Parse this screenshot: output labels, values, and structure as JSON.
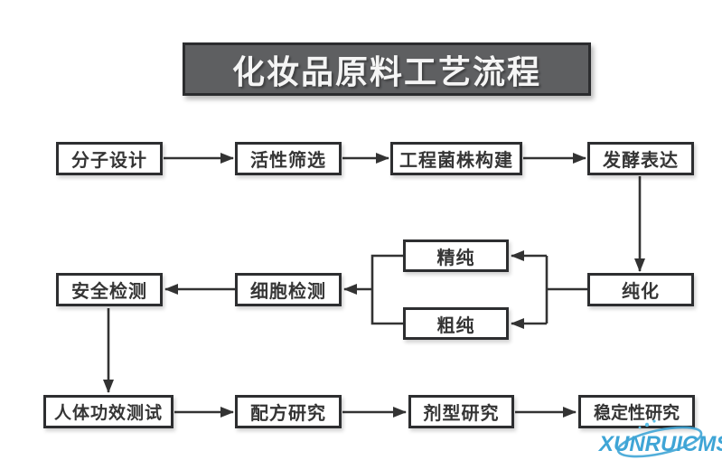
{
  "diagram": {
    "type": "flowchart",
    "title": "化妆品原料工艺流程",
    "nodes": {
      "molecular_design": "分子设计",
      "activity_screening": "活性筛选",
      "strain_construction": "工程菌株构建",
      "fermentation_expression": "发酵表达",
      "purification": "纯化",
      "fine_purification": "精纯",
      "crude_purification": "粗纯",
      "cell_testing": "细胞检测",
      "safety_testing": "安全检测",
      "human_efficacy_testing": "人体功效测试",
      "formula_research": "配方研究",
      "dosage_form_research": "剂型研究",
      "stability_research": "稳定性研究"
    },
    "edges": [
      {
        "from": "molecular_design",
        "to": "activity_screening"
      },
      {
        "from": "activity_screening",
        "to": "strain_construction"
      },
      {
        "from": "strain_construction",
        "to": "fermentation_expression"
      },
      {
        "from": "fermentation_expression",
        "to": "purification"
      },
      {
        "from": "purification",
        "to": "fine_purification"
      },
      {
        "from": "purification",
        "to": "crude_purification"
      },
      {
        "from": "fine_purification",
        "to": "cell_testing"
      },
      {
        "from": "crude_purification",
        "to": "cell_testing"
      },
      {
        "from": "cell_testing",
        "to": "safety_testing"
      },
      {
        "from": "safety_testing",
        "to": "human_efficacy_testing"
      },
      {
        "from": "human_efficacy_testing",
        "to": "formula_research"
      },
      {
        "from": "formula_research",
        "to": "dosage_form_research"
      },
      {
        "from": "dosage_form_research",
        "to": "stability_research"
      }
    ],
    "colors": {
      "title_fill": "#5e5f61",
      "title_text": "#f5f5f5",
      "box_fill": "#ffffff",
      "box_border": "#2d2e30",
      "box_text": "#353535",
      "connector": "#333333",
      "watermark_blue": "#3fa5d6"
    }
  },
  "watermark": {
    "text": "XUNRUICMS"
  }
}
